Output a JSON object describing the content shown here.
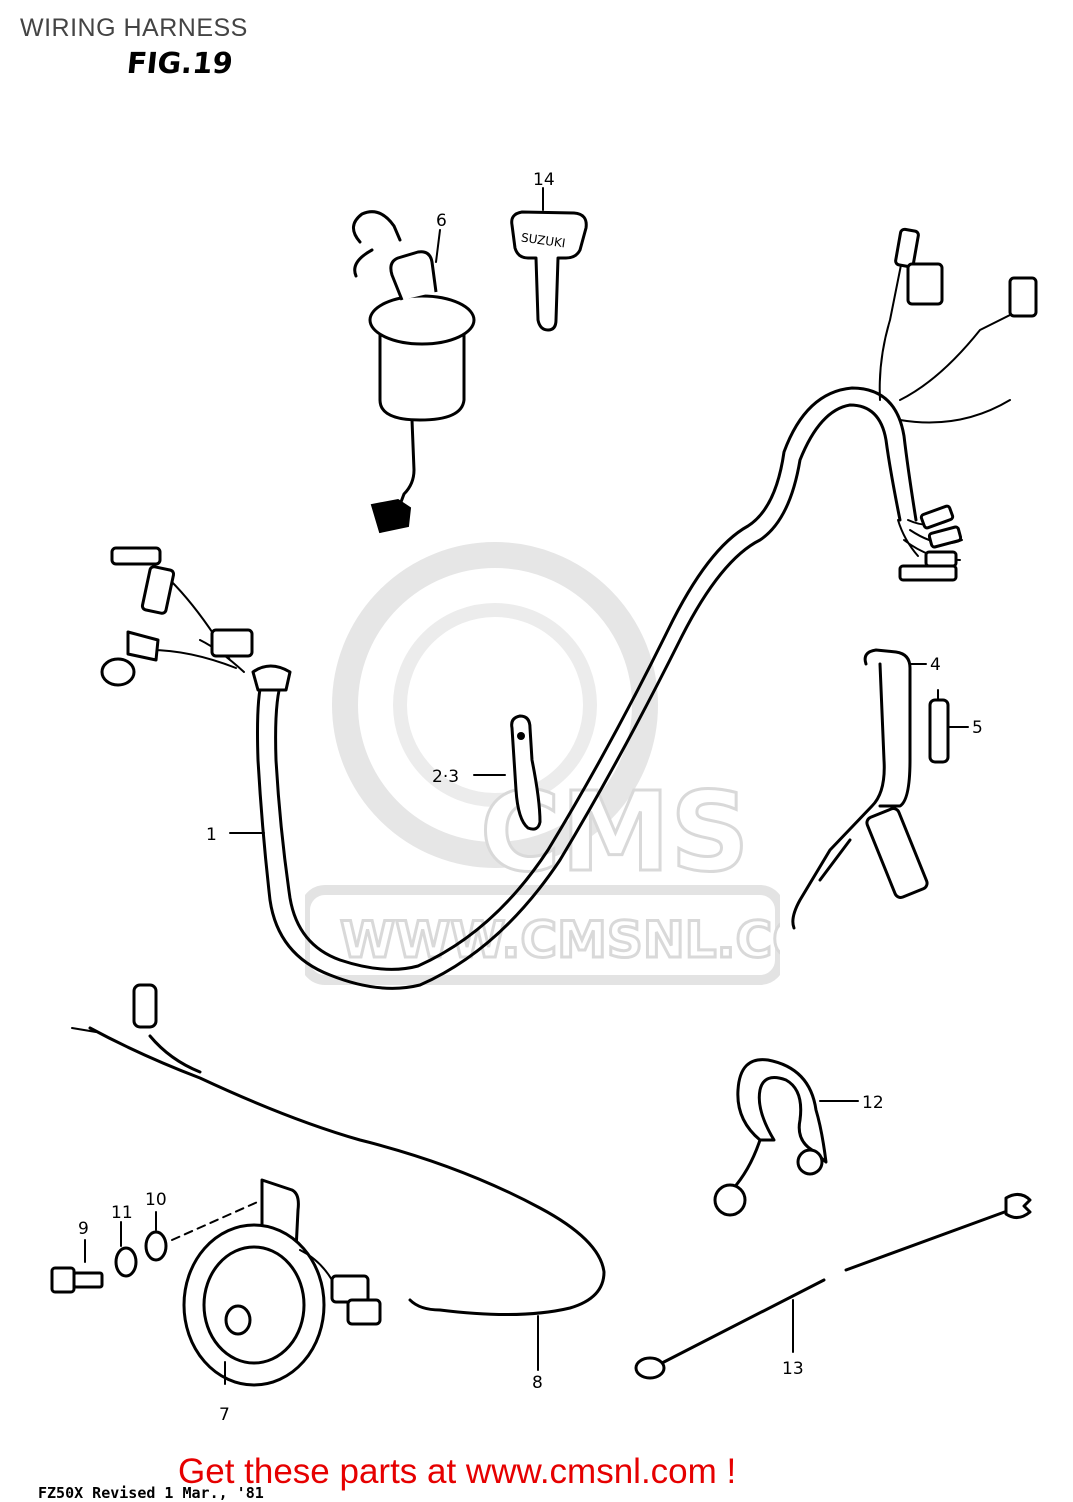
{
  "header": {
    "title": "WIRING HARNESS"
  },
  "figure": {
    "label": "FIG.19"
  },
  "callouts": {
    "c1": "1",
    "c23": "2·3",
    "c4": "4",
    "c5": "5",
    "c6": "6",
    "c7": "7",
    "c8": "8",
    "c9": "9",
    "c10": "10",
    "c11": "11",
    "c12": "12",
    "c13": "13",
    "c14": "14"
  },
  "key_marking": "SUZUKI",
  "watermark": {
    "text": "WWW.CMSNL.COM",
    "logo_text": "CMS",
    "color": "#d9d9d9"
  },
  "footer": {
    "model_note": "FZ50X  Revised 1 Mar., '81",
    "link_text": "Get these parts at www.cmsnl.com !",
    "link_color": "#e60000"
  }
}
